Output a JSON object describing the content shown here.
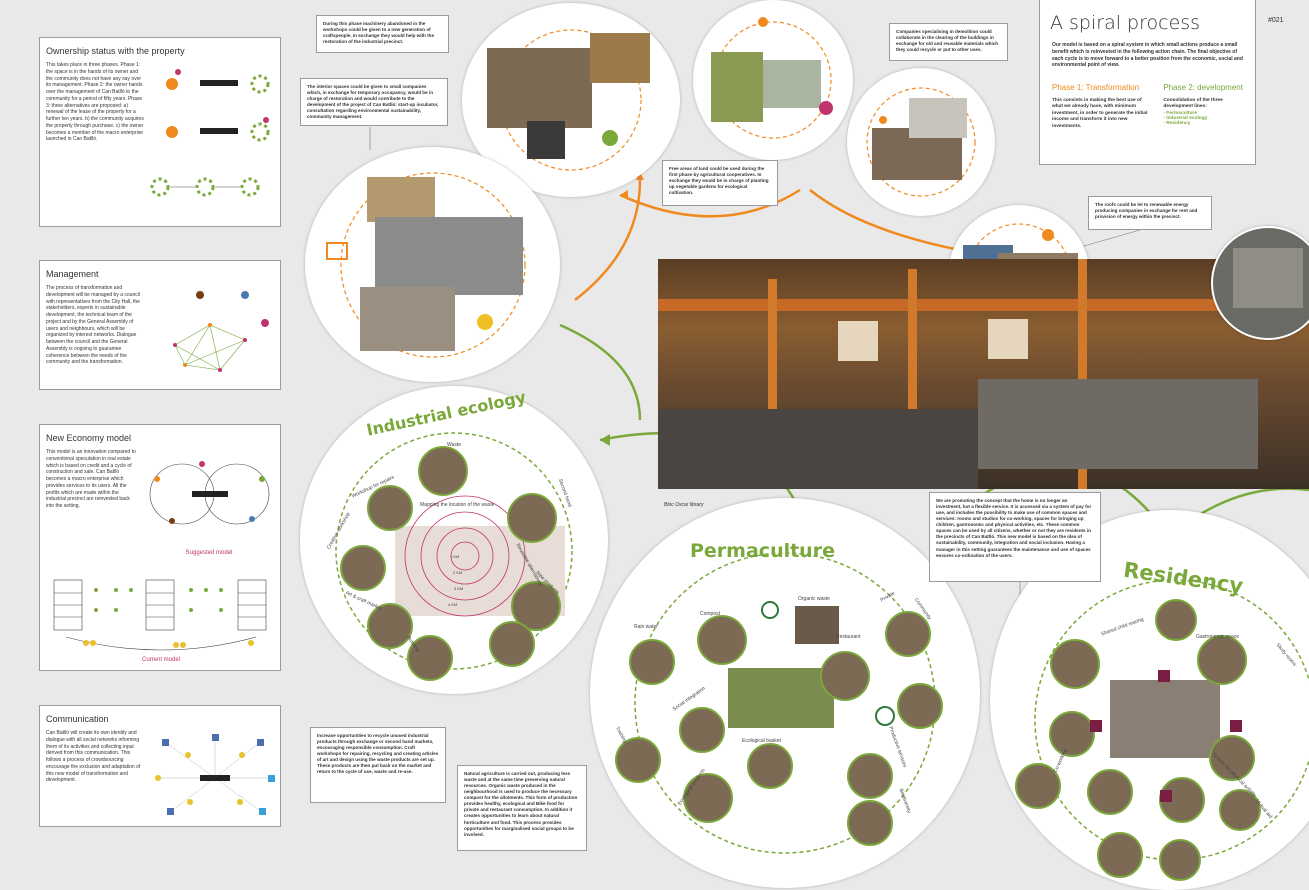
{
  "page_number": "#021",
  "spiral": {
    "title": "A spiral process",
    "intro": "Our model is based on a spiral system in which small actions produce a small benefit which is reinvested in the following action chain. The final objective of each cycle is to move forward to a better position from the economic, social and environmental point of view.",
    "phase1_title": "Phase 1: Transformation",
    "phase1_text": "This consists in making the best use of what we already have, with minimum investment, in order to generate the initial income and transform it into new investments.",
    "phase2_title": "Phase 2: development",
    "phase2_text": "Consolidation of the three development lines:",
    "phase2_items": [
      "- Permaculture",
      "- Industrial ecology",
      "- Residency"
    ]
  },
  "ownership": {
    "title": "Ownership status with the property",
    "text": "This takes place in three phases. Phase 1: the space is in the hands of its owner and the community does not have any say over its management. Phase 2: the owner hands over the management of Can Batlló to the community for a period of fifty years. Phase 3: three alternatives are proposed: a) renewal of the lease of the property for a further ten years. b) the community acquires the property through purchase. c) the owner becomes a member of the macro enterprise launched in Can Batlló."
  },
  "management": {
    "title": "Management",
    "text": "The process of transformation and development will be managed by a council with representatives from the City Hall, the stakeholders, experts in sustainable development, the technical team of the project and by the General Assembly of users and neighbours, which will be organized by interest networks. Dialogue between the council and the General Assembly is ongoing to guarantee coherence between the needs of the community and the transformation."
  },
  "economy": {
    "title": "New Economy model",
    "text": "This model is an innovation compared to conventional speculation in real estate which is based on credit and a cycle of construction and sale. Can Batlló becomes a macro enterprise which provides services to its users. All the profits which are made within the industrial precinct are reinvested back into the setting.",
    "suggested": "Suggested model",
    "current": "Current model"
  },
  "communication": {
    "title": "Communication",
    "text": "Can Batlló will create its own identity and dialogue with all social networks informing them of its activities and collecting input derived from this communication. This follows a process of crowdsourcing encourage the exclusion and adaptation of this new model of transformation and development."
  },
  "notes": {
    "machinery": "During this phase machinery abandoned in the workshops could be given to a new generation of craftspeople. In exchange they would help with the restoration of the industrial precinct.",
    "interior": "The interior spaces could be given to small companies which, in exchange for temporary occupancy, would be in charge of restoration and would contribute to the development of the project of Can Batlló: start-up incubator, consultation regarding environmental sustainability, community management.",
    "free_land": "Free areas of land could be used during the first phase by agricultural cooperatives. In exchange they would be in charge of planting up vegetable gardens for ecological cultivation.",
    "demolition": "Companies specialising in demolition could collaborate in the clearing of the buildings in exchange for old and reusable materials which they could recycle or put to other uses.",
    "roofs": "The roofs could be let to renewable energy producing companies in exchange for rent and provision of energy within the precinct.",
    "residency": "We are promoting the concept that the home is no longer an investment, but a flexible service. It is accessed via a system of pay for use, and includes the possibility to make use of common spaces and services: rooms and studios for co-working, spaces for bringing up children, gastronomic and physical activities, etc. These common spaces can be used by all citizens, whether or not they are residents in the precincts of Can Batlló. This new model is based on the idea of sustainability, community, integration and social inclusion. Having a manager in this setting guarantees the maintenance and use of spaces ensures co-ordination of the users.",
    "industrial": "Increase opportunities to recycle unused industrial products through exchange or second hand markets, encouraging responsible consumption. Craft workshops for repairing, recycling and creating articles of art and design using the waste products are set up. These products are then put back on the market and return to the cycle of use, waste and re-use.",
    "agriculture": "Natural agriculture is carried out, producing less waste and at the same time preserving natural resources. Organic waste produced in the neighbourhood is used to produce the necessary compost for the allotments. This form of production provides healthy, ecological and Bike food for private and restaurant consumption. In addition it creates opportunities to learn about natural horticulture and food. This process provides opportunities for marginalised social groups to be involved."
  },
  "industrial_ecology": {
    "title": "Industrial ecology",
    "labels": [
      "Waste",
      "Workshop for repairs",
      "Mapping the location of the waste",
      "Second hand",
      "Creative workshop",
      "Reusable alternatives",
      "Art & craft market",
      "New products",
      "Building"
    ],
    "distances": [
      "1 KM",
      "2 KM",
      "3 KM",
      "4 KM"
    ]
  },
  "permaculture": {
    "title": "Permaculture",
    "labels": [
      "Compost",
      "Organic waste",
      "Private",
      "Restaurant",
      "Rain water",
      "Social integration",
      "Training",
      "Ecological basket",
      "Ecological products",
      "Productive terraces",
      "Community",
      "Biodiversity"
    ]
  },
  "residency": {
    "title": "Residency",
    "labels": [
      "Shared child rearing",
      "Gastronomic space",
      "Study rooms",
      "Co-working",
      "Spaces for physical activity",
      "Mutual aid"
    ]
  },
  "photo_caption": "Bloc Oscar library",
  "colors": {
    "orange": "#f0891e",
    "green": "#7aa83a",
    "pink": "#c0336c",
    "brown": "#7a3b10"
  }
}
